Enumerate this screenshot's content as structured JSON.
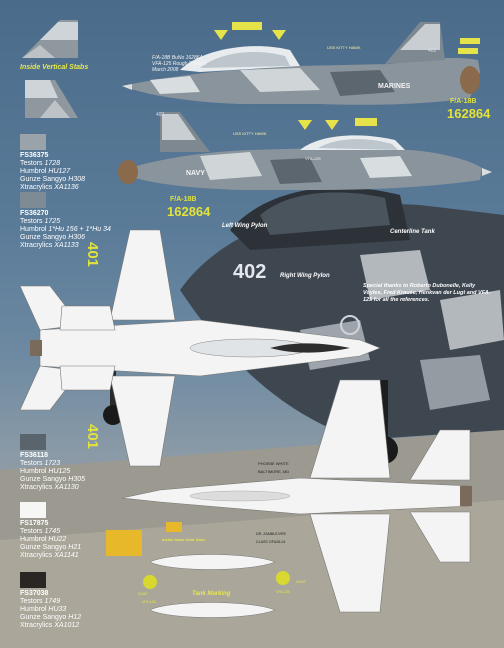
{
  "labels": {
    "inside_vertical_stabs": "Inside Vertical Stabs",
    "aircraft_info_1": "F/A-18B BuNo 162864",
    "aircraft_info_2": "VFA-125 Rough Raiders",
    "aircraft_info_3": "March 2008",
    "uss_kitty_hawk_top": "USS KITTY HAWK",
    "uss_kitty_hawk_mid": "USS KITTY HAWK",
    "marines": "MARINES",
    "navy": "NAVY",
    "fa18b_right": "F/A-18B",
    "bu_right": "162864",
    "fa18b_left": "F/A-18B",
    "bu_left": "162864",
    "left_wing_pylon": "Left Wing Pylon",
    "centerline_tank": "Centerline Tank",
    "right_wing_pylon": "Right Wing Pylon",
    "tank_marking": "Tank Marking",
    "inside_nose_gear_door": "Inside Nose Gear Door",
    "nose_402_top": "402",
    "nose_402_mid": "402",
    "big_401_top": "401",
    "big_401_bottom": "401",
    "photo_402": "402",
    "phoebe": "PHOEBE WHITE\nBALTIMORE, MD",
    "dr_zamble": "DR. ZAMBLE/VRS\nCLASS 2/FA28-04",
    "vfa125_mid": "VFA-125",
    "vfa125_tank1": "VFA-125",
    "vfa125_tank2": "VFA-125",
    "code_02467": "02467",
    "code_02447": "02447",
    "special_thanks": "Special thanks to Roberto Dubonelle, Kelly Voyles, Fred Krause, Henkvan der Lugt and VFA-125 for all the references."
  },
  "colors": [
    {
      "code": "FS36375",
      "lines": [
        [
          "Testors",
          "1728"
        ],
        [
          "Humbrol",
          "HU127"
        ],
        [
          "Gunze Sangyo",
          "H308"
        ],
        [
          "Xtracrylics",
          "XA1136"
        ]
      ],
      "hex": "#9aa3aa"
    },
    {
      "code": "FS36270",
      "lines": [
        [
          "Testors",
          "1725"
        ],
        [
          "Humbrol",
          "1*Hu 156 + 1*Hu 34"
        ],
        [
          "Gunze Sangyo",
          "H306"
        ],
        [
          "Xtracrylics",
          "XA1133"
        ]
      ],
      "hex": "#7e8a94"
    },
    {
      "code": "FS36118",
      "lines": [
        [
          "Testors",
          "1723"
        ],
        [
          "Humbrol",
          "HU125"
        ],
        [
          "Gunze Sangyo",
          "H305"
        ],
        [
          "Xtracrylics",
          "XA1130"
        ]
      ],
      "hex": "#5a646c"
    },
    {
      "code": "FS17875",
      "lines": [
        [
          "Testors",
          "1745"
        ],
        [
          "Humbrol",
          "HU22"
        ],
        [
          "Gunze Sangyo",
          "H21"
        ],
        [
          "Xtracrylics",
          "XA1141"
        ]
      ],
      "hex": "#f6f6f4"
    },
    {
      "code": "FS37038",
      "lines": [
        [
          "Testors",
          "1749"
        ],
        [
          "Humbrol",
          "HU33"
        ],
        [
          "Gunze Sangyo",
          "H12"
        ],
        [
          "Xtracrylics",
          "XA1012"
        ]
      ],
      "hex": "#2a2624"
    }
  ]
}
